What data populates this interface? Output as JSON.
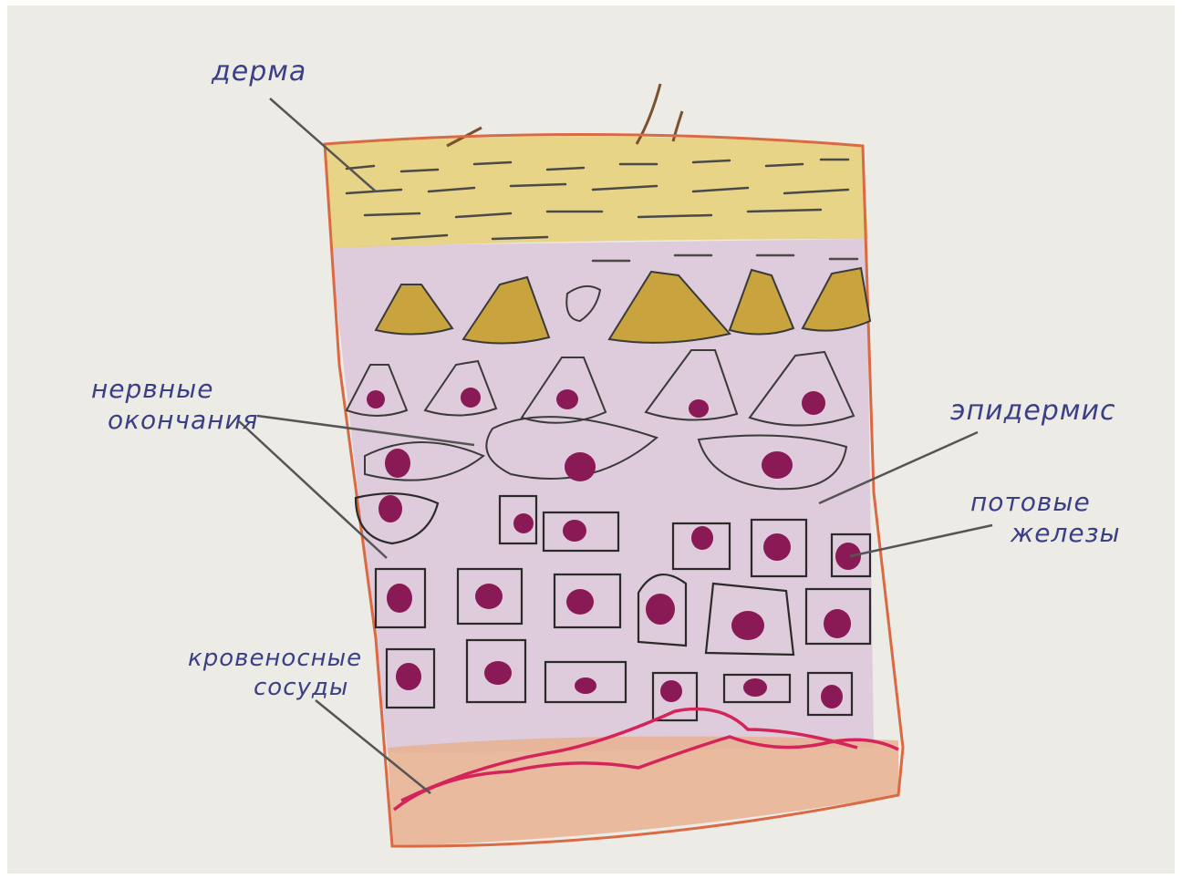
{
  "labels": {
    "derma": "дерма",
    "nerve_1": "нервные",
    "nerve_2": "окончания",
    "epidermis": "эпидермис",
    "sweat_1": "потовые",
    "sweat_2": "железы",
    "vessels_1": "кровеносные",
    "vessels_2": "сосуды"
  },
  "colors": {
    "paper": "#ecebe6",
    "derma_layer": "#e7d27c",
    "pink_layer": "#dcc6d8",
    "bottom_layer": "#e9b28f",
    "outline": "#d96a44",
    "nucleus": "#8a1a55",
    "cell_outline": "#3a3a3a",
    "melanocyte": "#c9a43e",
    "vessel": "#d5245a",
    "label_ink": "#3b3f86",
    "pointer": "#555555"
  }
}
